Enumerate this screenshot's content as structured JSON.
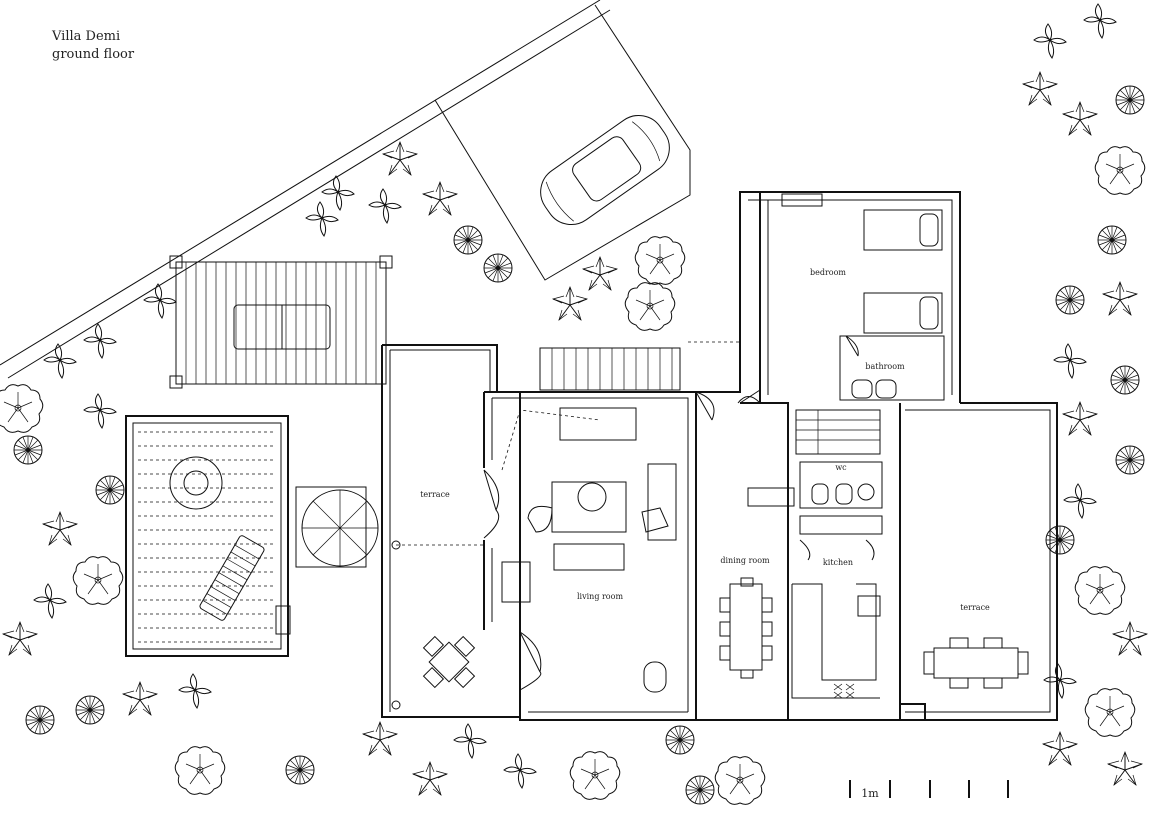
{
  "title": {
    "line1": "Villa Demi",
    "line2": "ground floor"
  },
  "rooms": {
    "bedroom": "bedroom",
    "bathroom": "bathroom",
    "wc": "wc",
    "terrace_left": "terrace",
    "living_room": "living room",
    "dining_room": "dining room",
    "kitchen": "kitchen",
    "terrace_right": "terrace"
  },
  "scale": {
    "label": "1m"
  },
  "icons": [
    "car-icon",
    "tree-icon",
    "palm-icon",
    "umbrella-icon",
    "sunbed-icon",
    "bed-icon",
    "table-icon"
  ]
}
